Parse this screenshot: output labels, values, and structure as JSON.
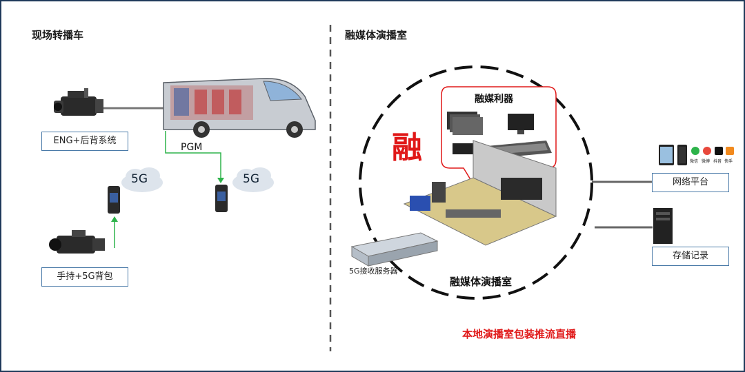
{
  "left": {
    "title": "现场转播车",
    "eng_label": "ENG+后背系统",
    "handheld_label": "手持+5G背包",
    "pgm_label": "PGM",
    "cloud_left": "5G",
    "cloud_right": "5G"
  },
  "right": {
    "title": "融媒体演播室",
    "bubble_title": "融媒利器",
    "fusion_char": "融",
    "studio_label": "融媒体演播室",
    "server_label": "5G接收服务器",
    "network_label": "网络平台",
    "storage_label": "存储记录",
    "caption": "本地演播室包装推流直播",
    "app_labels": [
      "微信",
      "微博",
      "抖音",
      "快手"
    ]
  },
  "colors": {
    "frame": "#1f3a5a",
    "accent_red": "#e01818",
    "connector_green": "#2db34a",
    "line_gray": "#666666",
    "box_border": "#4a7aa8"
  }
}
